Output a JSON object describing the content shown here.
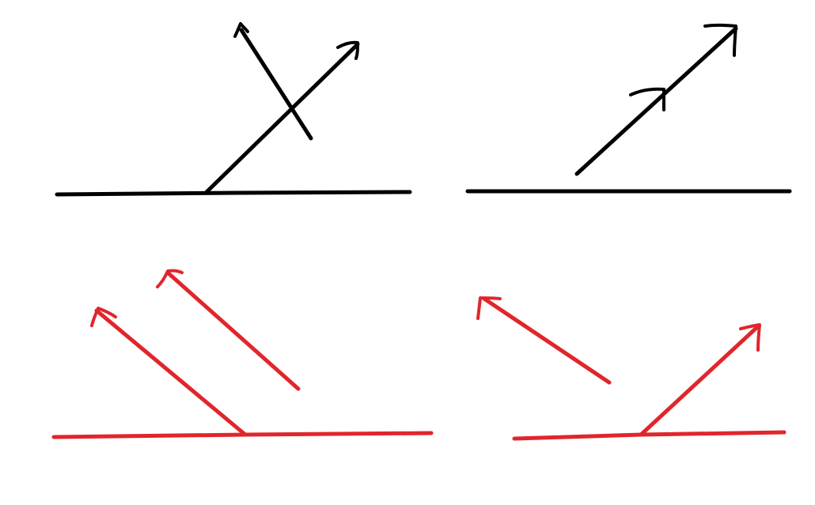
{
  "colors": {
    "background": "#ffffff",
    "black_ink": "#000000",
    "red_ink": "#e0262c"
  },
  "panels": [
    {
      "id": "top-left",
      "ink": "black",
      "contents": [
        "baseline",
        "arrow-up-right-from-baseline",
        "arrow-up-left-crossing"
      ]
    },
    {
      "id": "top-right",
      "ink": "black",
      "contents": [
        "baseline",
        "arrow-up-right-floating",
        "arrow-up-right-parallel-short"
      ]
    },
    {
      "id": "bottom-left",
      "ink": "red",
      "contents": [
        "baseline",
        "arrow-up-left-from-baseline",
        "arrow-up-left-floating-parallel"
      ]
    },
    {
      "id": "bottom-right",
      "ink": "red",
      "contents": [
        "baseline",
        "arrow-up-left-floating",
        "arrow-up-right-from-baseline"
      ]
    }
  ]
}
